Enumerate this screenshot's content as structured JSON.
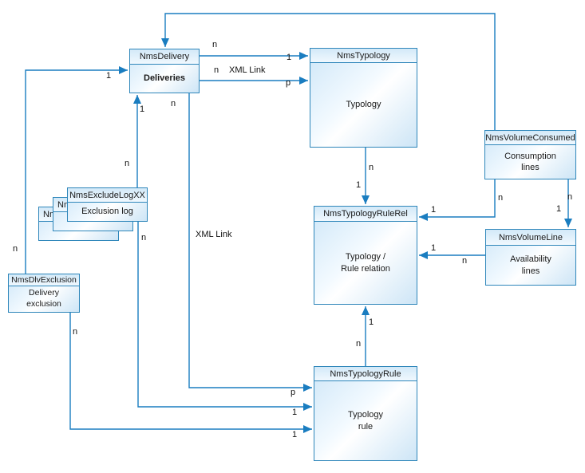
{
  "colors": {
    "connector_line": "#1a7dc0",
    "box_border": "#2e86ba",
    "box_fill": "#cfe7f8",
    "text": "#1a1a1a"
  },
  "entities": {
    "delivery": {
      "title": "NmsDelivery",
      "body": "Deliveries"
    },
    "typology": {
      "title": "NmsTypology",
      "body": "Typology"
    },
    "volume_consumed": {
      "title": "NmsVolumeConsumed",
      "body": "Consumption\nlines"
    },
    "typology_rule_rel": {
      "title": "NmsTypologyRuleRel",
      "body": "Typology /\nRule relation"
    },
    "volume_line": {
      "title": "NmsVolumeLine",
      "body": "Availability\nlines"
    },
    "typology_rule": {
      "title": "NmsTypologyRule",
      "body": "Typology\nrule"
    },
    "exclude_log": {
      "title": "NmsExcludeLogXX",
      "body": "Exclusion log",
      "stack_titles": [
        "Nm",
        "Nm"
      ]
    },
    "dlv_exclusion": {
      "title": "NmsDlvExclusion",
      "body": "Delivery\nexclusion"
    }
  },
  "connections": [
    {
      "from": "NmsDelivery",
      "to": "NmsTypology",
      "from_label": "n",
      "to_label": "1"
    },
    {
      "from": "NmsDelivery",
      "to": "NmsTypology",
      "from_label": "n",
      "to_label": "p",
      "link_label": "XML Link"
    },
    {
      "from": "NmsVolumeConsumed",
      "to": "NmsDelivery"
    },
    {
      "from": "NmsDlvExclusion",
      "to": "NmsDelivery",
      "from_label": "n",
      "to_label": "1"
    },
    {
      "from": "NmsExcludeLogXX",
      "to": "NmsDelivery",
      "from_label": "n",
      "to_label": "1"
    },
    {
      "from": "NmsDelivery",
      "to": "NmsTypologyRule",
      "from_label": "n",
      "to_label": "p",
      "link_label": "XML Link"
    },
    {
      "from": "NmsExcludeLogXX",
      "to": "NmsTypologyRule",
      "from_label": "n",
      "to_label": "1"
    },
    {
      "from": "NmsDlvExclusion",
      "to": "NmsTypologyRule",
      "from_label": "n",
      "to_label": "1"
    },
    {
      "from": "NmsTypology",
      "to": "NmsTypologyRuleRel",
      "from_label": "n",
      "to_label": "1"
    },
    {
      "from": "NmsTypologyRule",
      "to": "NmsTypologyRuleRel",
      "from_label": "n",
      "to_label": "1"
    },
    {
      "from": "NmsVolumeConsumed",
      "to": "NmsTypologyRuleRel",
      "from_label": "n",
      "to_label": "1"
    },
    {
      "from": "NmsVolumeConsumed",
      "to": "NmsVolumeLine",
      "from_label": "n",
      "to_label": "1"
    },
    {
      "from": "NmsVolumeLine",
      "to": "NmsTypologyRuleRel",
      "from_label": "n",
      "to_label": "1"
    }
  ]
}
